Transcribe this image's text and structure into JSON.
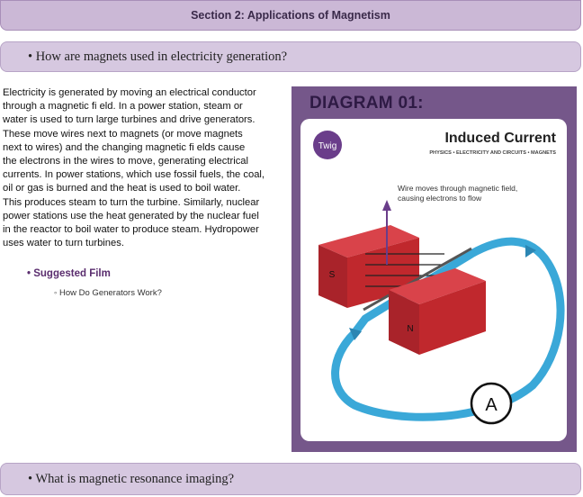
{
  "section": {
    "title": "Section 2: Applications of Magnetism"
  },
  "question1": {
    "text": "• How are magnets used in electricity generation?"
  },
  "body": {
    "lines": [
      "Electricity is generated by moving an electrical conductor",
      "through a magnetic ﬁ eld. In a power station, steam or",
      "water is used to turn large turbines and drive generators.",
      "These move wires next to magnets (or move magnets",
      "next to wires) and the changing magnetic ﬁ elds cause",
      "the electrons in the wires to move, generating electrical",
      "currents. In power stations, which use fossil fuels, the coal,",
      "oil or gas is burned and the heat is used to boil water.",
      "This produces steam to turn the turbine. Similarly, nuclear",
      "power stations use the heat generated by the nuclear fuel",
      "in the reactor to boil water to produce steam. Hydropower",
      "uses water to turn turbines."
    ]
  },
  "film": {
    "title": "• Suggested Film",
    "link": "◦ How Do Generators Work?"
  },
  "diagram": {
    "heading": "DIAGRAM 01:",
    "logo": "Twig",
    "card_title": "Induced Current",
    "card_subtitle": "PHYSICS • ELECTRICITY AND CIRCUITS • MAGNETS",
    "caption_line1": "Wire moves through magnetic field,",
    "caption_line2": "causing electrons to flow",
    "magnet_south": "S",
    "magnet_north": "N",
    "meter_label": "A",
    "colors": {
      "panel": "#75578a",
      "magnet": "#c0282d",
      "wire": "#3aa8d8",
      "logo": "#6a3d8a"
    }
  },
  "question2": {
    "text": "• What is magnetic resonance imaging?"
  }
}
